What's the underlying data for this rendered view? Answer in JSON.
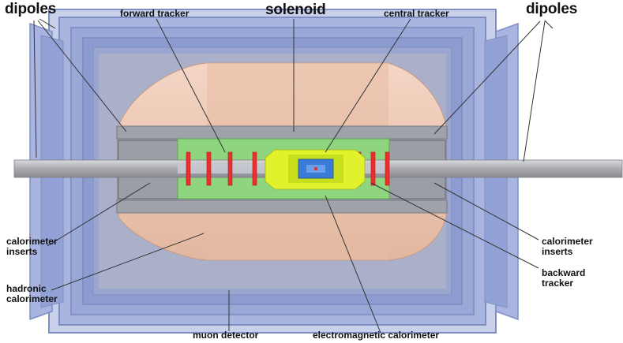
{
  "labels": {
    "dipoles_left": "dipoles",
    "dipoles_right": "dipoles",
    "solenoid": "solenoid",
    "forward_tracker": "forward tracker",
    "central_tracker": "central tracker",
    "calorimeter_inserts_left": [
      "calorimeter",
      "inserts"
    ],
    "calorimeter_inserts_right": [
      "calorimeter",
      "inserts"
    ],
    "hadronic_calorimeter": [
      "hadronic",
      "calorimeter"
    ],
    "backward_tracker": [
      "backward",
      "tracker"
    ],
    "muon_detector": "muon detector",
    "electromagnetic_calorimeter": "electromagnetic calorimeter"
  },
  "colors": {
    "muon_frame": "#9aa8d8",
    "muon_frame_dark": "#7f8fc4",
    "iron_yoke": "#b9bcc8",
    "hadronic_calorimeter": "#e9c2ad",
    "solenoid": "#a3a5ad",
    "em_calorimeter": "#8fd47e",
    "tracker_disk": "#e8312f",
    "central_tracker": "#e3f22a",
    "inner_tracker": "#3a7bd5",
    "beam_pipe": "#b4b6ba"
  }
}
